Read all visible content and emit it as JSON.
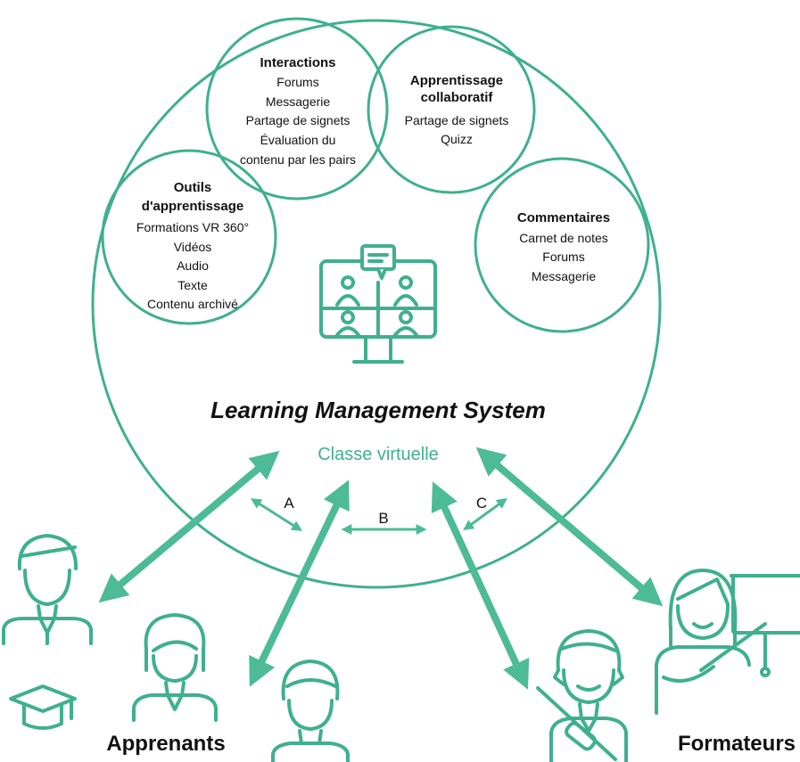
{
  "colors": {
    "accent": "#3fb08e",
    "arrow": "#4cbb96",
    "text": "#111111"
  },
  "lms": {
    "title": "Learning Management System",
    "classroom_label": "Classe virtuelle"
  },
  "circles": {
    "interactions": {
      "title": [
        "Interactions"
      ],
      "items": [
        "Forums",
        "Messagerie",
        "Partage de signets",
        "Évaluation du",
        "contenu par les pairs"
      ]
    },
    "collaboratif": {
      "title": [
        "Apprentissage",
        "collaboratif"
      ],
      "items": [
        "Partage de signets",
        "Quizz"
      ]
    },
    "outils": {
      "title": [
        "Outils",
        "d'apprentissage"
      ],
      "items": [
        "Formations VR 360°",
        "Vidéos",
        "Audio",
        "Texte",
        "Contenu archivé"
      ]
    },
    "commentaires": {
      "title": [
        "Commentaires"
      ],
      "items": [
        "Carnet de notes",
        "Forums",
        "Messagerie"
      ]
    }
  },
  "relations": {
    "a": "A",
    "b": "B",
    "c": "C"
  },
  "groups": {
    "learners": "Apprenants",
    "trainers": "Formateurs"
  },
  "icons": {
    "center": "video-conference-monitor-icon",
    "learner1": "learner-person-icon",
    "learner2": "learner-person-icon",
    "learner3": "learner-person-icon",
    "graduation": "graduation-cap-icon",
    "trainer1": "trainer-with-pointer-icon",
    "trainer2": "trainer-with-presentation-board-icon"
  }
}
